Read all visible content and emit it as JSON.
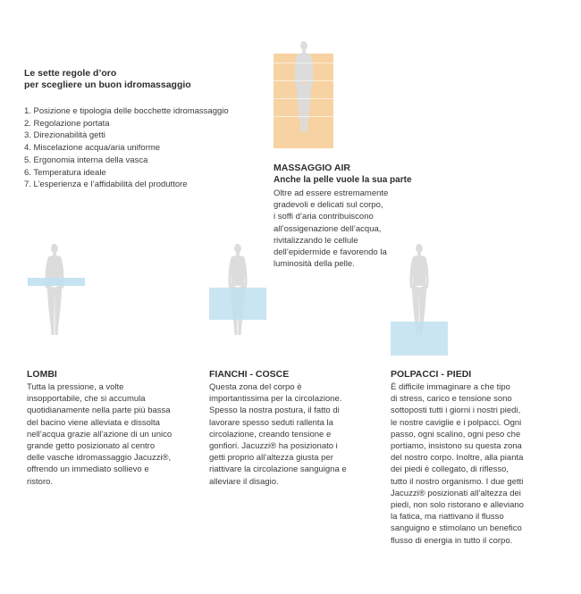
{
  "intro": {
    "title_lines": [
      "Le sette regole d’oro",
      "per scegliere un buon idromassaggio"
    ],
    "rules": [
      "1. Posizione e tipologia delle bocchette idromassaggio",
      "2. Regolazione portata",
      "3. Direzionabilità getti",
      "4. Miscelazione acqua/aria uniforme",
      "5. Ergonomia interna della vasca",
      "6. Temperatura ideale",
      "7. L’esperienza e l’affidabilità del produttore"
    ]
  },
  "massaggio_air": {
    "heading": "MASSAGGIO AIR",
    "subheading": "Anche la pelle vuole la sua parte",
    "body_lines": [
      "Oltre ad essere estremamente",
      "gradevoli e delicati sul corpo,",
      "i soffi d’aria contribuiscono",
      "all’ossigenazione dell’acqua,",
      "rivitalizzando le cellule",
      "dell’epidermide e favorendo la",
      "luminosità della pelle."
    ],
    "highlight_color": "#f7d2a2"
  },
  "lombi": {
    "heading": "LOMBI",
    "body_lines": [
      "Tutta la pressione, a volte",
      "insopportabile, che si accumula",
      "quotidianamente nella parte più bassa",
      "del bacino viene alleviata e dissolta",
      "nell’acqua grazie all’azione di un unico",
      "grande getto posizionato al centro",
      "delle vasche idromassaggio Jacuzzi®,",
      "offrendo un immediato sollievo e",
      "ristoro."
    ],
    "highlight_color": "#bfe0f0"
  },
  "fianchi": {
    "heading": "FIANCHI - COSCE",
    "body_lines": [
      "Questa zona del corpo è",
      "importantissima per la circolazione.",
      "Spesso la nostra postura, il fatto di",
      "lavorare spesso seduti rallenta la",
      "circolazione, creando tensione e",
      "gonfiori. Jacuzzi® ha posizionato i",
      "getti proprio all’altezza giusta per",
      "riattivare la circolazione sanguigna e",
      "alleviare il disagio."
    ],
    "highlight_color": "#bfe0f0"
  },
  "polpacci": {
    "heading": "POLPACCI - PIEDI",
    "body_lines": [
      "È difficile immaginare a che tipo",
      "di stress, carico e tensione sono",
      "sottoposti tutti i giorni i nostri piedi,",
      "le nostre caviglie e i polpacci. Ogni",
      "passo, ogni scalino, ogni peso che",
      "portiamo, insistono su questa zona",
      "del nostro corpo. Inoltre, alla pianta",
      "dei piedi è collegato, di riflesso,",
      "tutto il nostro organismo. I due getti",
      "Jacuzzi® posizionati all’altezza dei",
      "piedi, non solo ristorano e alleviano",
      "la fatica, ma riattivano il flusso",
      "sanguigno e stimolano un benefico",
      "flusso di energia in tutto il corpo."
    ],
    "highlight_color": "#bfe0f0"
  },
  "figure_color": "#dcdcdc"
}
